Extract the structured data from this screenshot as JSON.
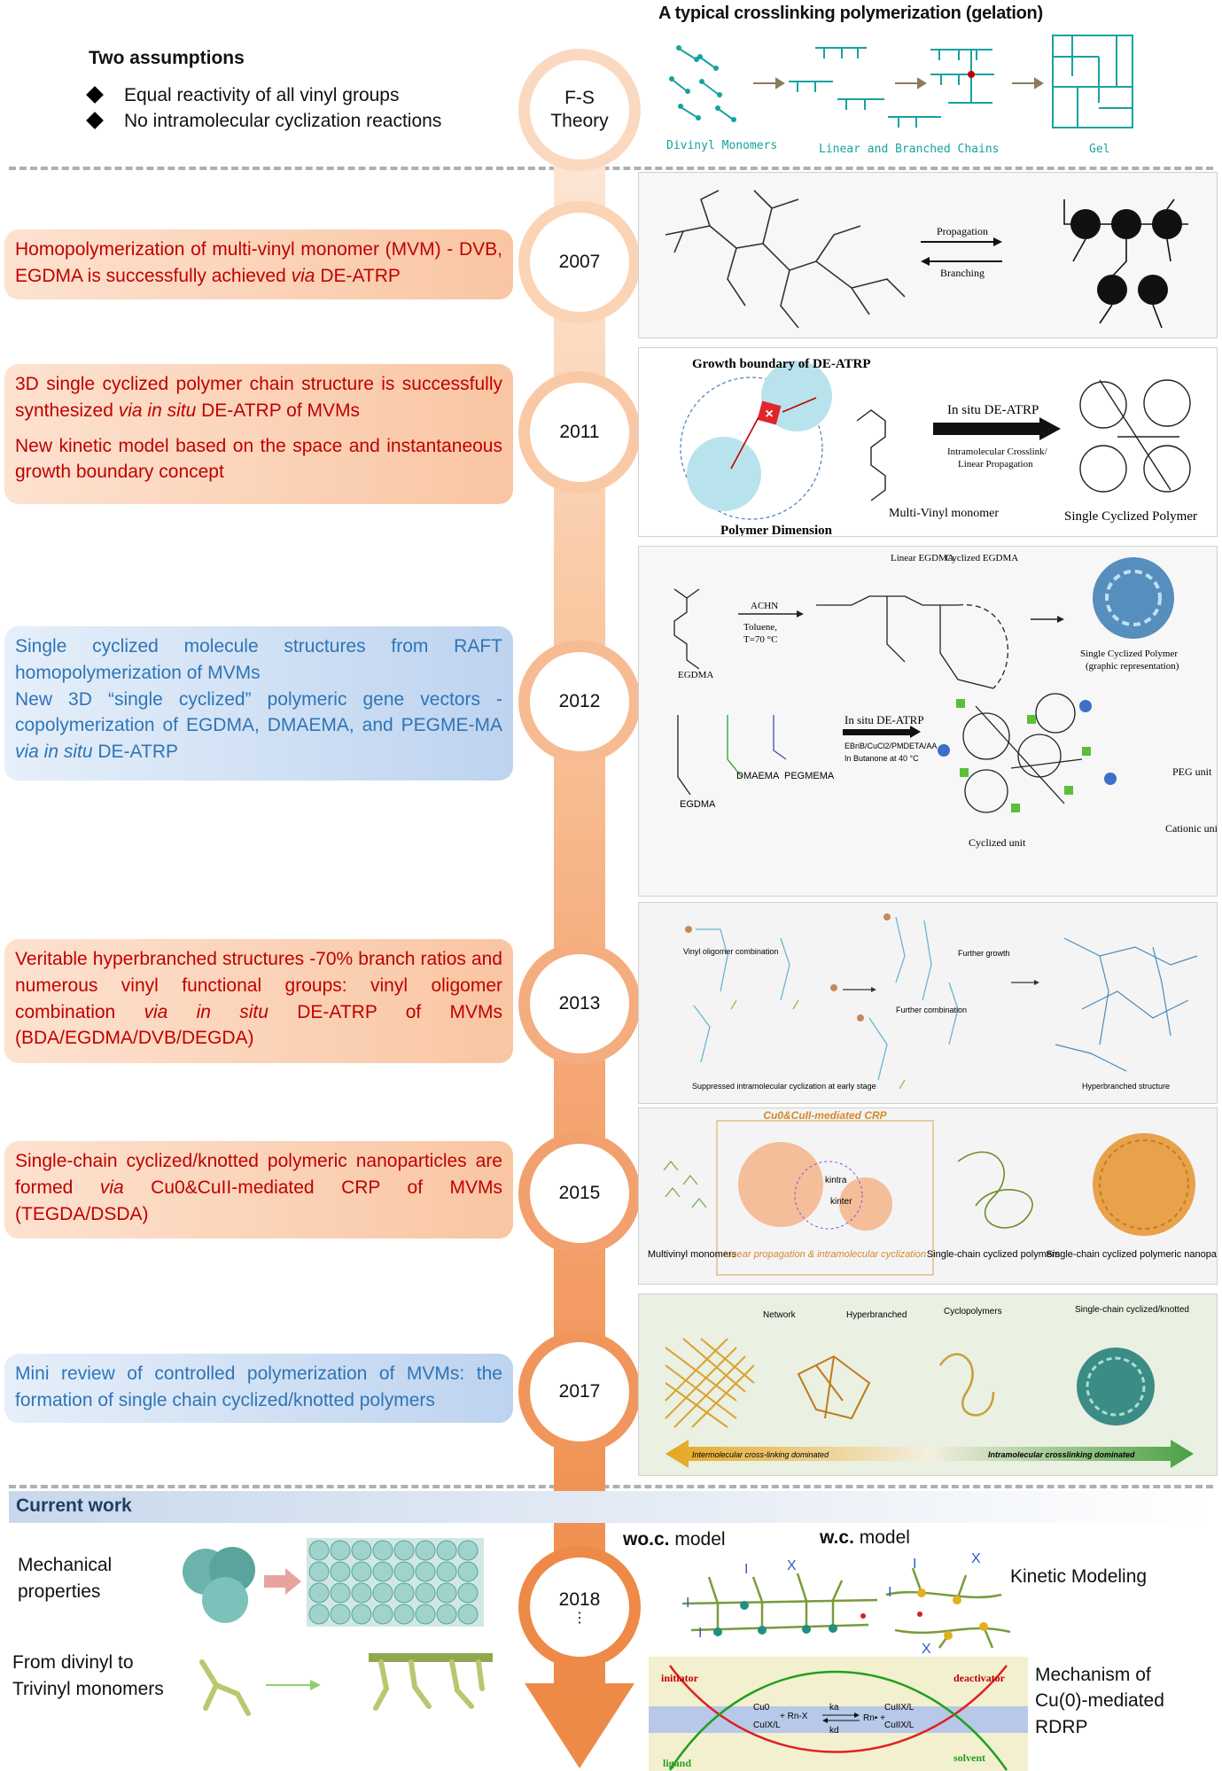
{
  "header": {
    "gelation_title": "A typical crosslinking polymerization (gelation)",
    "assumptions_title": "Two assumptions",
    "assumptions": [
      "Equal reactivity of all vinyl groups",
      "No intramolecular cyclization reactions"
    ],
    "fs_node": [
      "F-S",
      "Theory"
    ],
    "gel_labels": [
      "Divinyl Monomers",
      "Linear and Branched Chains",
      "Gel"
    ]
  },
  "timeline": [
    {
      "year": "2007",
      "color": "orange",
      "paragraphs": [
        "Homopolymerization of multi-vinyl monomer (MVM) - DVB, EGDMA is successfully achieved via DE-ATRP"
      ]
    },
    {
      "year": "2011",
      "color": "orange",
      "paragraphs": [
        "3D single cyclized polymer chain structure is successfully synthesized via in situ DE-ATRP of MVMs",
        "New kinetic model based on the space and instantaneous growth boundary concept"
      ]
    },
    {
      "year": "2012",
      "color": "blue",
      "paragraphs": [
        "Single cyclized molecule structures from RAFT homopolymerization of MVMs",
        "New 3D “single cyclized” polymeric gene vectors - copolymerization of EGDMA, DMAEMA, and PEGME-MA via in situ DE-ATRP"
      ]
    },
    {
      "year": "2013",
      "color": "orange",
      "paragraphs": [
        "Veritable hyperbranched structures -70% branch ratios and numerous vinyl functional groups: vinyl oligomer combination via in situ DE-ATRP of MVMs (BDA/EGDMA/DVB/DEGDA)"
      ]
    },
    {
      "year": "2015",
      "color": "orange",
      "paragraphs": [
        "Single-chain cyclized/knotted polymeric nanoparticles are formed via Cu0&CuII-mediated CRP of MVMs (TEGDA/DSDA)"
      ]
    },
    {
      "year": "2017",
      "color": "blue",
      "paragraphs": [
        "Mini review of controlled polymerization of MVMs: the formation of single chain cyclized/knotted polymers"
      ]
    }
  ],
  "panels": {
    "p2007": {
      "arrow_top": "Propagation",
      "arrow_bottom": "Branching"
    },
    "p2011": {
      "growth": "Growth boundary of DE-ATRP",
      "dimension": "Polymer Dimension",
      "insitu": "In situ DE-ATRP",
      "sub1": "Intramolecular Crosslink/",
      "sub2": "Linear Propagation",
      "monomer": "Multi-Vinyl monomer",
      "product": "Single Cyclized Polymer"
    },
    "p2012": {
      "achn": "ACHN",
      "cond1": "Toluene,",
      "cond2": "T=70 °C",
      "egdma": "EGDMA",
      "linear": "Linear EGDMA",
      "cyclized": "Cyclized EGDMA",
      "scp": "Single Cyclized Polymer",
      "graphic": "(graphic representation)",
      "insitu": "In situ DE-ATRP",
      "cond3": "EBriB/CuCl2/PMDETA/AA",
      "cond4": "In Butanone at 40 °C",
      "dmaema": "DMAEMA",
      "pegmema": "PEGMEMA",
      "egdma2": "EGDMA",
      "peg": "PEG unit",
      "cationic": "Cationic unit",
      "cycunit": "Cyclized unit"
    },
    "p2013": {
      "l1": "Vinyl oligomer combination",
      "l2": "Further growth",
      "l3": "Further combination",
      "l4": "Suppressed intramolecular cyclization at early stage",
      "l5": "Hyperbranched structure"
    },
    "p2015": {
      "title": "Cu0&CuII-mediated CRP",
      "mono": "Multivinyl monomers",
      "mid": "Linear propagation & intramolecular cyclization",
      "sc": "Single-chain cyclized polymers",
      "np": "Single-chain cyclized polymeric nanoparticles",
      "kintra": "kintra",
      "kinter": "kinter"
    },
    "p2017": {
      "net": "Network",
      "hb": "Hyperbranched",
      "cp": "Cyclopolymers",
      "sk": "Single-chain cyclized/knotted",
      "left": "Intermolecular cross-linking dominated",
      "right": "Intramolecular crosslinking dominated"
    }
  },
  "current": {
    "title": "Current work",
    "year": "2018",
    "mech": "Mechanical properties",
    "trivinyl": "From divinyl to Trivinyl monomers",
    "woc_bold": "wo.c.",
    "wc_bold": "w.c.",
    "model": "model",
    "kinetic": "Kinetic Modeling",
    "mechanism": "Mechanism of Cu(0)-mediated RDRP",
    "initiator": "initiator",
    "deactivator": "deactivator",
    "ligand": "ligand",
    "solvent": "solvent",
    "cu0": "Cu0",
    "cuix": "CuIX/L",
    "rnx": "+ Rn-X",
    "ka": "ka",
    "kd": "kd",
    "rn": "Rn• +",
    "cuiix1": "CuIIX/L",
    "cuiix2": "CuIIX/L",
    "ellipsis": "⋮"
  },
  "colors": {
    "orange_text": "#c00000",
    "blue_text": "#2e75b6",
    "teal": "#17a2a0",
    "timeline": "#f08a4b"
  }
}
